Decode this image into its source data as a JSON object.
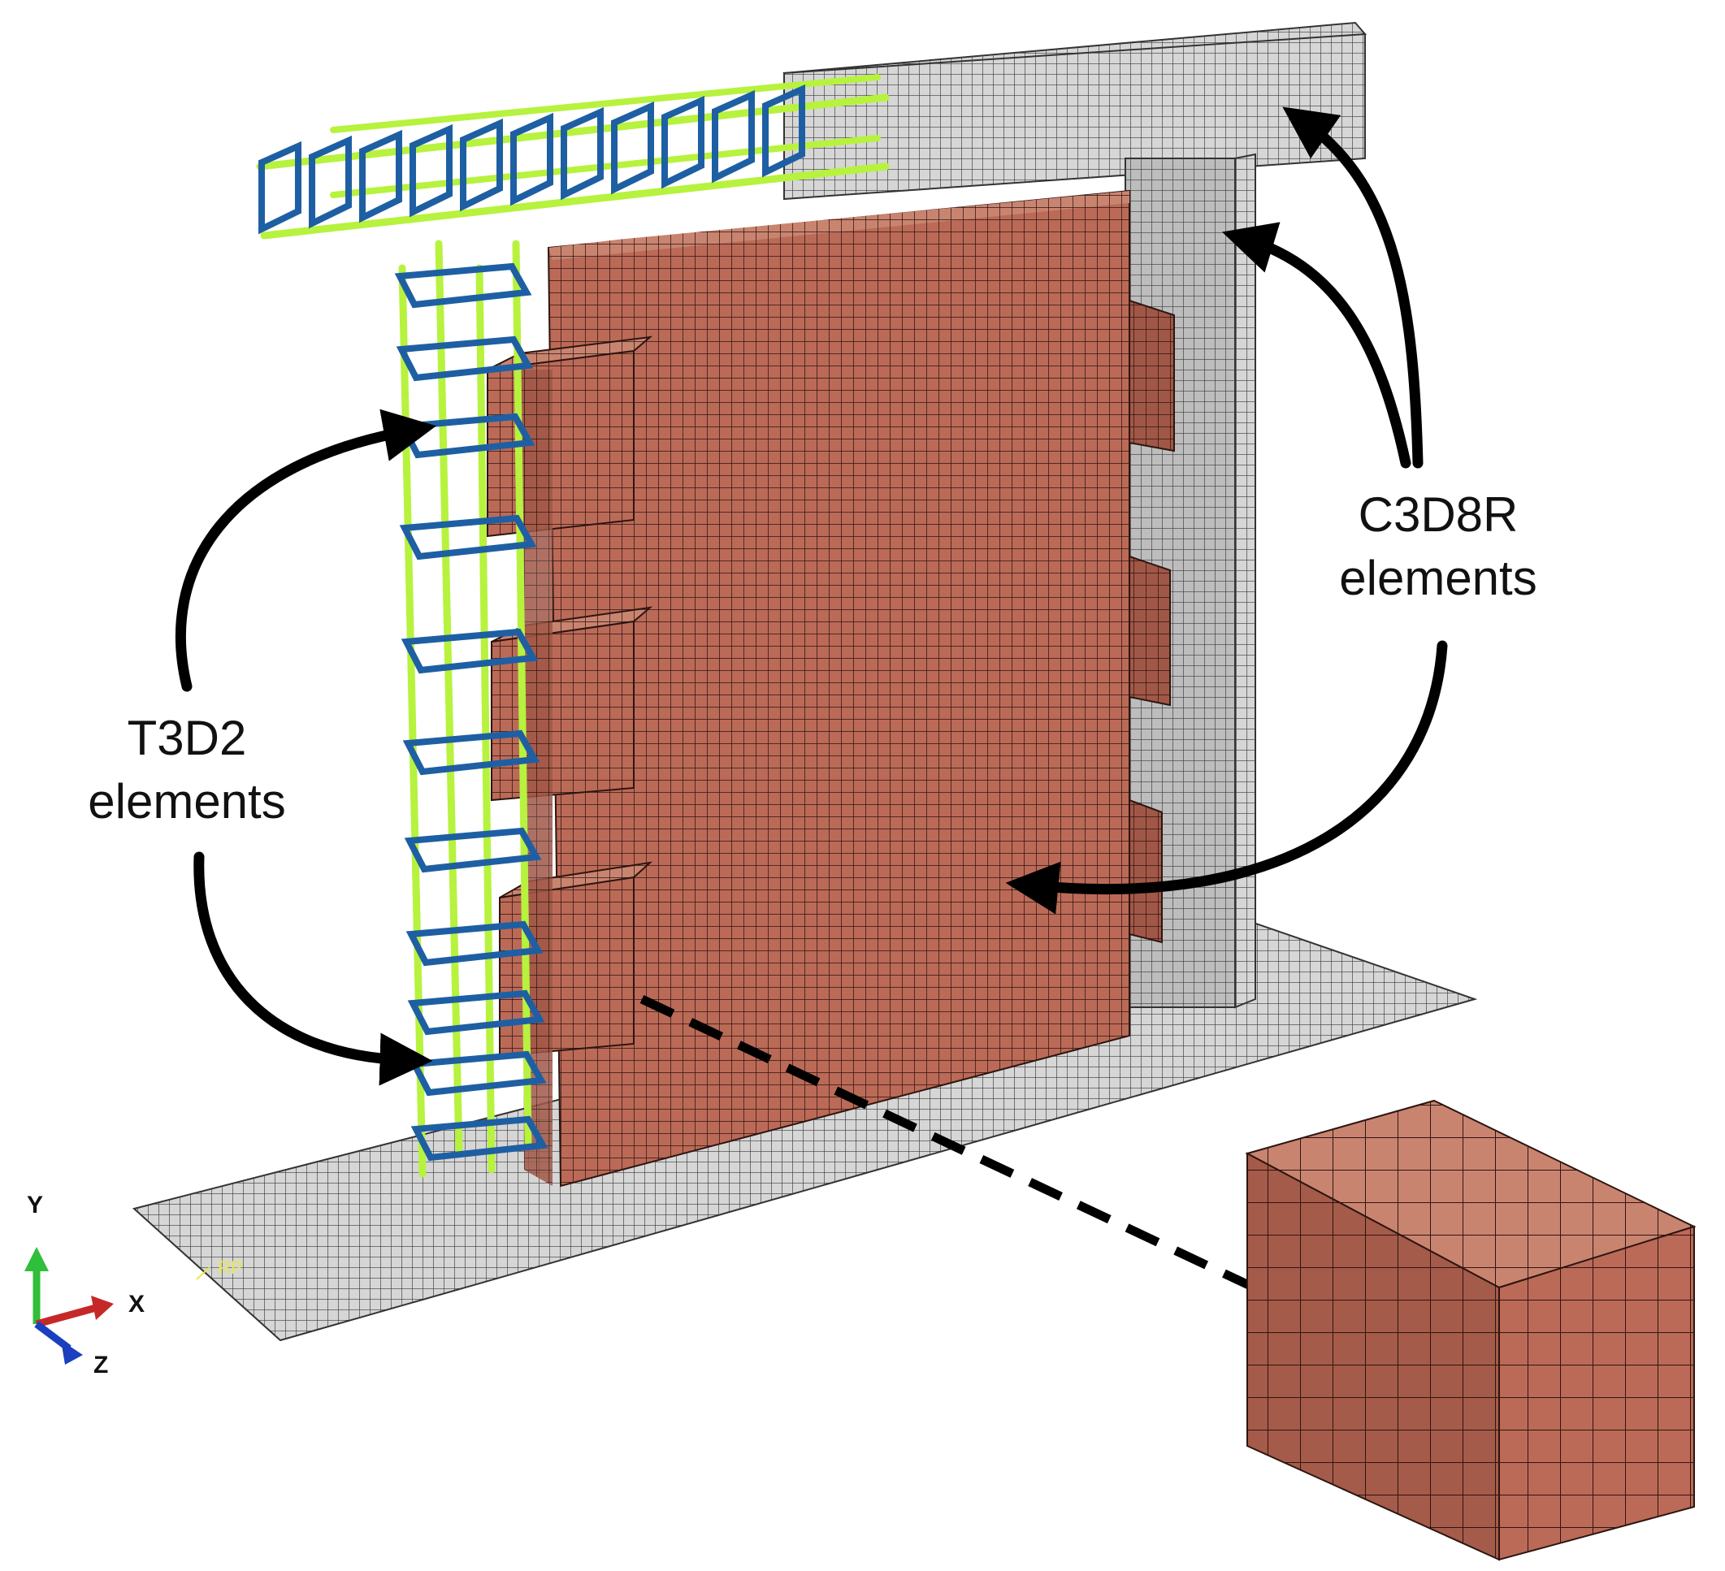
{
  "labels": {
    "t3d2_line1": "T3D2",
    "t3d2_line2": "elements",
    "c3d8r_line1": "C3D8R",
    "c3d8r_line2": "elements"
  },
  "axes": {
    "y": "Y",
    "x": "X",
    "z": "Z"
  },
  "reference_point": "RP",
  "colors": {
    "brick": "#bb6a57",
    "brick_dark": "#7c3e31",
    "brick_side": "#a15747",
    "concrete": "#d4d4d4",
    "concrete_side": "#bdbdbd",
    "mesh_line": "#2a2a2a",
    "rebar_long": "#b7f23e",
    "rebar_stirrup": "#1e5fa3",
    "arrow": "#000000"
  }
}
